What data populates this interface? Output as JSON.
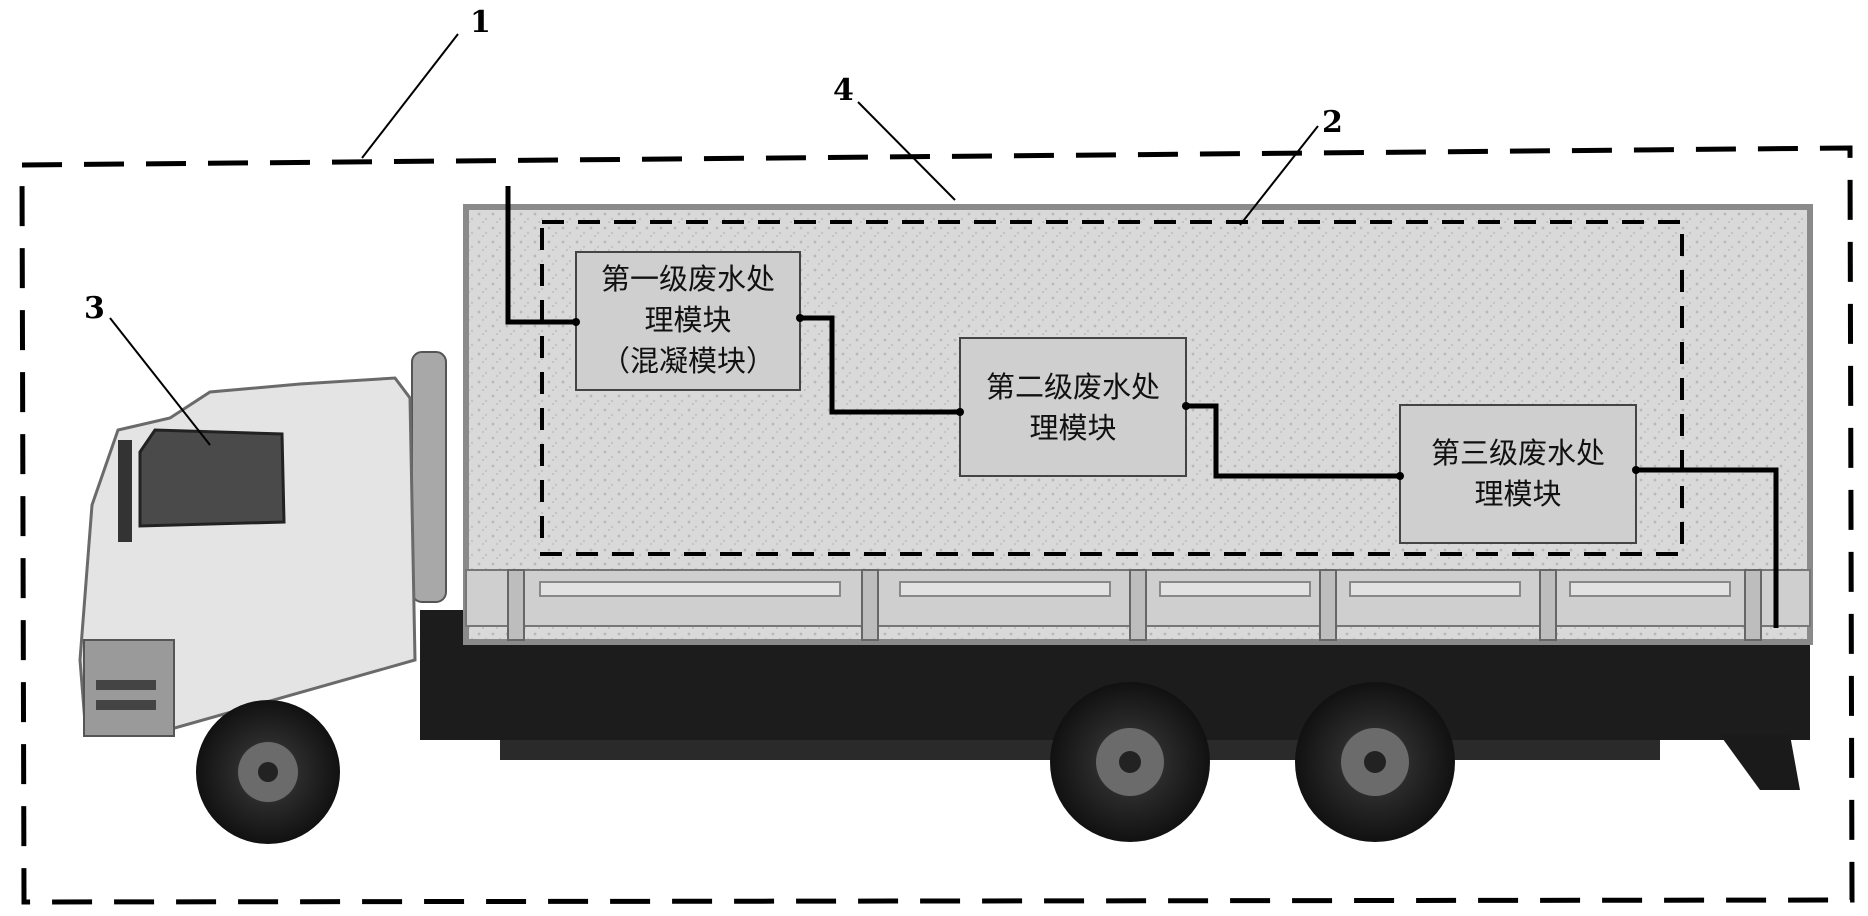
{
  "callouts": {
    "c1": "1",
    "c2": "2",
    "c3": "3",
    "c4": "4"
  },
  "modules": [
    {
      "line1": "第一级废水处",
      "line2": "理模块",
      "line3": "（混凝模块）"
    },
    {
      "line1": "第二级废水处",
      "line2": "理模块"
    },
    {
      "line1": "第三级废水处",
      "line2": "理模块"
    }
  ],
  "colors": {
    "box_fill": "#d6d6d6",
    "module_fill": "#cfcfcf",
    "truck_dark": "#1a1a1a",
    "cab": "#e6e6e6",
    "line": "#000000"
  }
}
